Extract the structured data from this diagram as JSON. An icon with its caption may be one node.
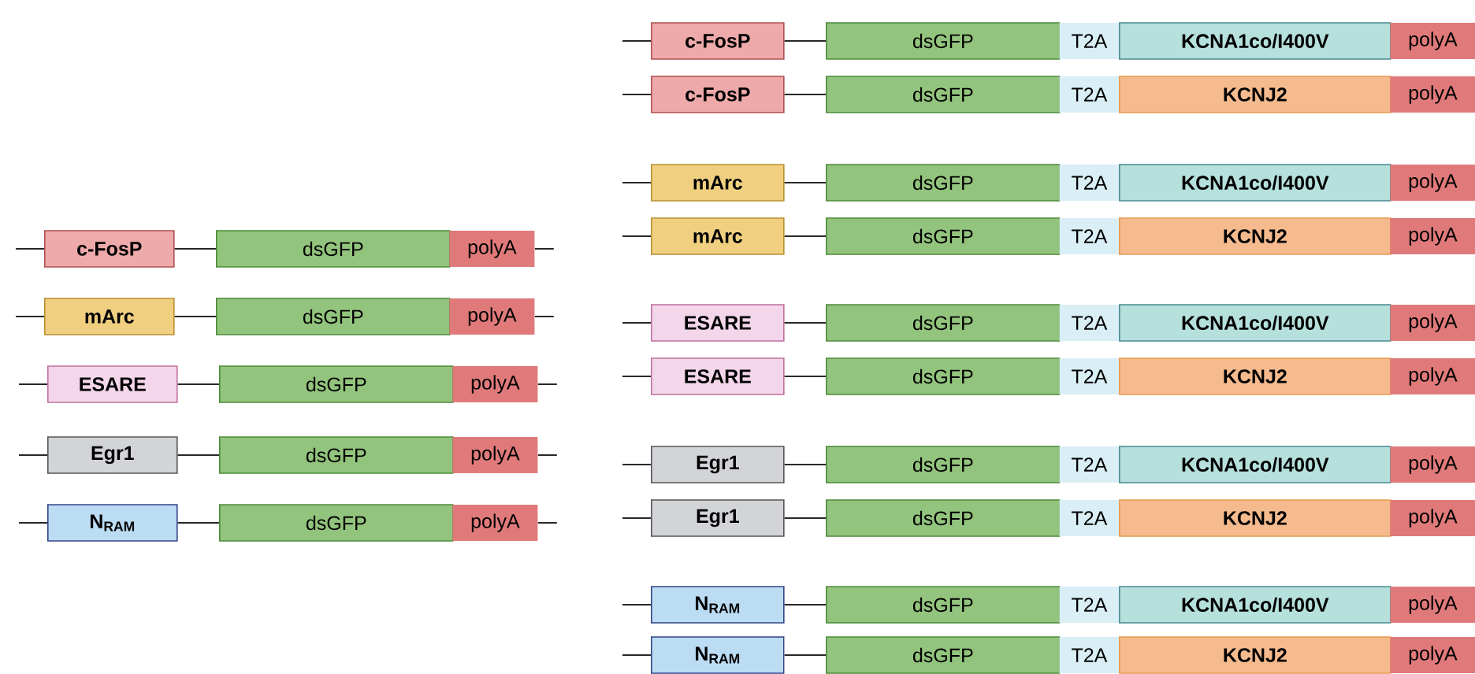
{
  "diagram": {
    "nodes": [
      {
        "text": [
          "c-FosP"
        ]
      },
      {
        "text": [
          "dsGFP"
        ]
      },
      {
        "text": [
          "polyA"
        ]
      },
      {
        "text": [
          "mArc"
        ]
      },
      {
        "text": [
          "dsGFP"
        ]
      },
      {
        "text": [
          "polyA"
        ]
      },
      {
        "text": [
          "ESARE"
        ]
      },
      {
        "text": [
          "dsGFP"
        ]
      },
      {
        "text": [
          "polyA"
        ]
      },
      {
        "text": [
          "Egr1"
        ]
      },
      {
        "text": [
          "dsGFP"
        ]
      },
      {
        "text": [
          "polyA"
        ]
      },
      {
        "text": [
          "N$_{RAM}$"
        ]
      },
      {
        "text": [
          "dsGFP"
        ]
      },
      {
        "text": [
          "polyA"
        ]
      },
      {
        "text": [
          "c-FosP"
        ]
      },
      {
        "text": [
          "dsGFP"
        ]
      },
      {
        "text": [
          "T2A"
        ]
      },
      {
        "text": [
          "KCNA1co/I400V"
        ]
      },
      {
        "text": [
          "polyA"
        ]
      },
      {
        "text": [
          "c-FosP"
        ]
      },
      {
        "text": [
          "dsGFP"
        ]
      },
      {
        "text": [
          "T2A"
        ]
      },
      {
        "text": [
          "KCNJ2"
        ]
      },
      {
        "text": [
          "polyA"
        ]
      },
      {
        "text": [
          "mArc"
        ]
      },
      {
        "text": [
          "dsGFP"
        ]
      },
      {
        "text": [
          "T2A"
        ]
      },
      {
        "text": [
          "KCNA1co/I400V"
        ]
      },
      {
        "text": [
          "polyA"
        ]
      },
      {
        "text": [
          "mArc"
        ]
      },
      {
        "text": [
          "dsGFP"
        ]
      },
      {
        "text": [
          "T2A"
        ]
      },
      {
        "text": [
          "KCNJ2"
        ]
      },
      {
        "text": [
          "polyA"
        ]
      },
      {
        "text": [
          "ESARE"
        ]
      },
      {
        "text": [
          "dsGFP"
        ]
      },
      {
        "text": [
          "T2A"
        ]
      },
      {
        "text": [
          "KCNA1co/I400V"
        ]
      },
      {
        "text": [
          "polyA"
        ]
      },
      {
        "text": [
          "ESARE"
        ]
      },
      {
        "text": [
          "dsGFP"
        ]
      },
      {
        "text": [
          "T2A"
        ]
      },
      {
        "text": [
          "KCNJ2"
        ]
      },
      {
        "text": [
          "polyA"
        ]
      },
      {
        "text": [
          "Egr1"
        ]
      },
      {
        "text": [
          "dsGFP"
        ]
      },
      {
        "text": [
          "T2A"
        ]
      },
      {
        "text": [
          "KCNA1co/I400V"
        ]
      },
      {
        "text": [
          "polyA"
        ]
      },
      {
        "text": [
          "Egr1"
        ]
      },
      {
        "text": [
          "dsGFP"
        ]
      },
      {
        "text": [
          "T2A"
        ]
      },
      {
        "text": [
          "KCNJ2"
        ]
      },
      {
        "text": [
          "polyA"
        ]
      },
      {
        "text": [
          "N$_{RAM}$"
        ]
      },
      {
        "text": [
          "dsGFP"
        ]
      },
      {
        "text": [
          "T2A"
        ]
      },
      {
        "text": [
          "KCNA1co/I400V"
        ]
      },
      {
        "text": [
          "polyA"
        ]
      },
      {
        "text": [
          "N$_{RAM}$"
        ]
      },
      {
        "text": [
          "dsGFP"
        ]
      },
      {
        "text": [
          "T2A"
        ]
      },
      {
        "text": [
          "KCNJ2"
        ]
      },
      {
        "text": [
          "polyA"
        ]
      }
    ],
    "edges": [
      {
        "from": null,
        "to": 0,
        "arrow": "none"
      },
      {
        "from": 0,
        "to": 1,
        "arrow": "none"
      },
      {
        "from": 2,
        "to": null,
        "arrow": "none"
      },
      {
        "from": null,
        "to": 3,
        "arrow": "none"
      },
      {
        "from": 3,
        "to": 4,
        "arrow": "none"
      },
      {
        "from": 5,
        "to": null,
        "arrow": "none"
      },
      {
        "from": null,
        "to": 6,
        "arrow": "none"
      },
      {
        "from": 6,
        "to": 7,
        "arrow": "none"
      },
      {
        "from": 8,
        "to": null,
        "arrow": "none"
      },
      {
        "from": null,
        "to": 9,
        "arrow": "none"
      },
      {
        "from": 9,
        "to": 10,
        "arrow": "none"
      },
      {
        "from": 11,
        "to": null,
        "arrow": "none"
      },
      {
        "from": null,
        "to": 12,
        "arrow": "none"
      },
      {
        "from": 12,
        "to": 13,
        "arrow": "none"
      },
      {
        "from": 14,
        "to": null,
        "arrow": "none"
      },
      {
        "from": null,
        "to": 15,
        "arrow": "none"
      },
      {
        "from": 15,
        "to": 16,
        "arrow": "none"
      },
      {
        "from": null,
        "to": 20,
        "arrow": "none"
      },
      {
        "from": 20,
        "to": 21,
        "arrow": "none"
      },
      {
        "from": null,
        "to": 25,
        "arrow": "none"
      },
      {
        "from": 25,
        "to": 26,
        "arrow": "none"
      },
      {
        "from": null,
        "to": 30,
        "arrow": "none"
      },
      {
        "from": 30,
        "to": 31,
        "arrow": "none"
      },
      {
        "from": null,
        "to": 35,
        "arrow": "none"
      },
      {
        "from": 35,
        "to": 36,
        "arrow": "none"
      },
      {
        "from": null,
        "to": 40,
        "arrow": "none"
      },
      {
        "from": 40,
        "to": 41,
        "arrow": "none"
      },
      {
        "from": null,
        "to": 45,
        "arrow": "none"
      },
      {
        "from": 45,
        "to": 46,
        "arrow": "none"
      },
      {
        "from": null,
        "to": 50,
        "arrow": "none"
      },
      {
        "from": 50,
        "to": 51,
        "arrow": "none"
      },
      {
        "from": null,
        "to": 55,
        "arrow": "none"
      },
      {
        "from": 55,
        "to": 56,
        "arrow": "none"
      },
      {
        "from": null,
        "to": 60,
        "arrow": "none"
      },
      {
        "from": 60,
        "to": 61,
        "arrow": "none"
      }
    ]
  }
}
